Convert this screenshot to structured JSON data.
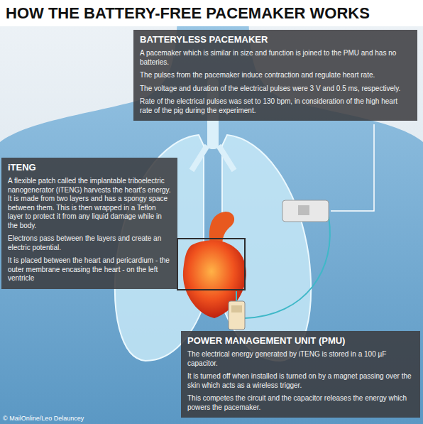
{
  "diagram": {
    "title": "HOW THE BATTERY-FREE PACEMAKER WORKS",
    "nodes": [
      {
        "text": [
          "BATTERYLESS PACEMAKER",
          "A pacemaker which is similar in size and function is joined to the PMU and has no batteries.",
          "The pulses from the pacemaker induce contraction and regulate heart rate.",
          "The voltage and duration of the electrical pulses were 3 V and 0.5 ms, respectively.",
          "Rate of the electrical pulses was set to 130 bpm, in consideration of the high heart rate of the pig during the experiment."
        ]
      },
      {
        "text": [
          "iTENG",
          "A flexible patch called the implantable triboelectric nanogenerator (iTENG) harvests the heart's energy. It is made from two layers and has a spongy space between them. This is then wrapped in a Teflon layer to protect it from any liquid damage while in the body.",
          "Electrons pass between the layers and create an electric potential.",
          "It is placed between the heart and pericardium - the outer membrane encasing the heart - on the left ventricle"
        ]
      },
      {
        "text": [
          "POWER MANAGEMENT UNIT (PMU)",
          "The electrical energy generated by iTENG is stored in a 100 µF capacitor.",
          "It is turned off when installed is turned on by a magnet passing over the skin which acts as a wireless trigger.",
          "This competes the circuit and the capacitor releases the energy which powers the pacemaker."
        ]
      }
    ],
    "labels": [
      "© MailOnline/Leo Delauncey"
    ]
  }
}
